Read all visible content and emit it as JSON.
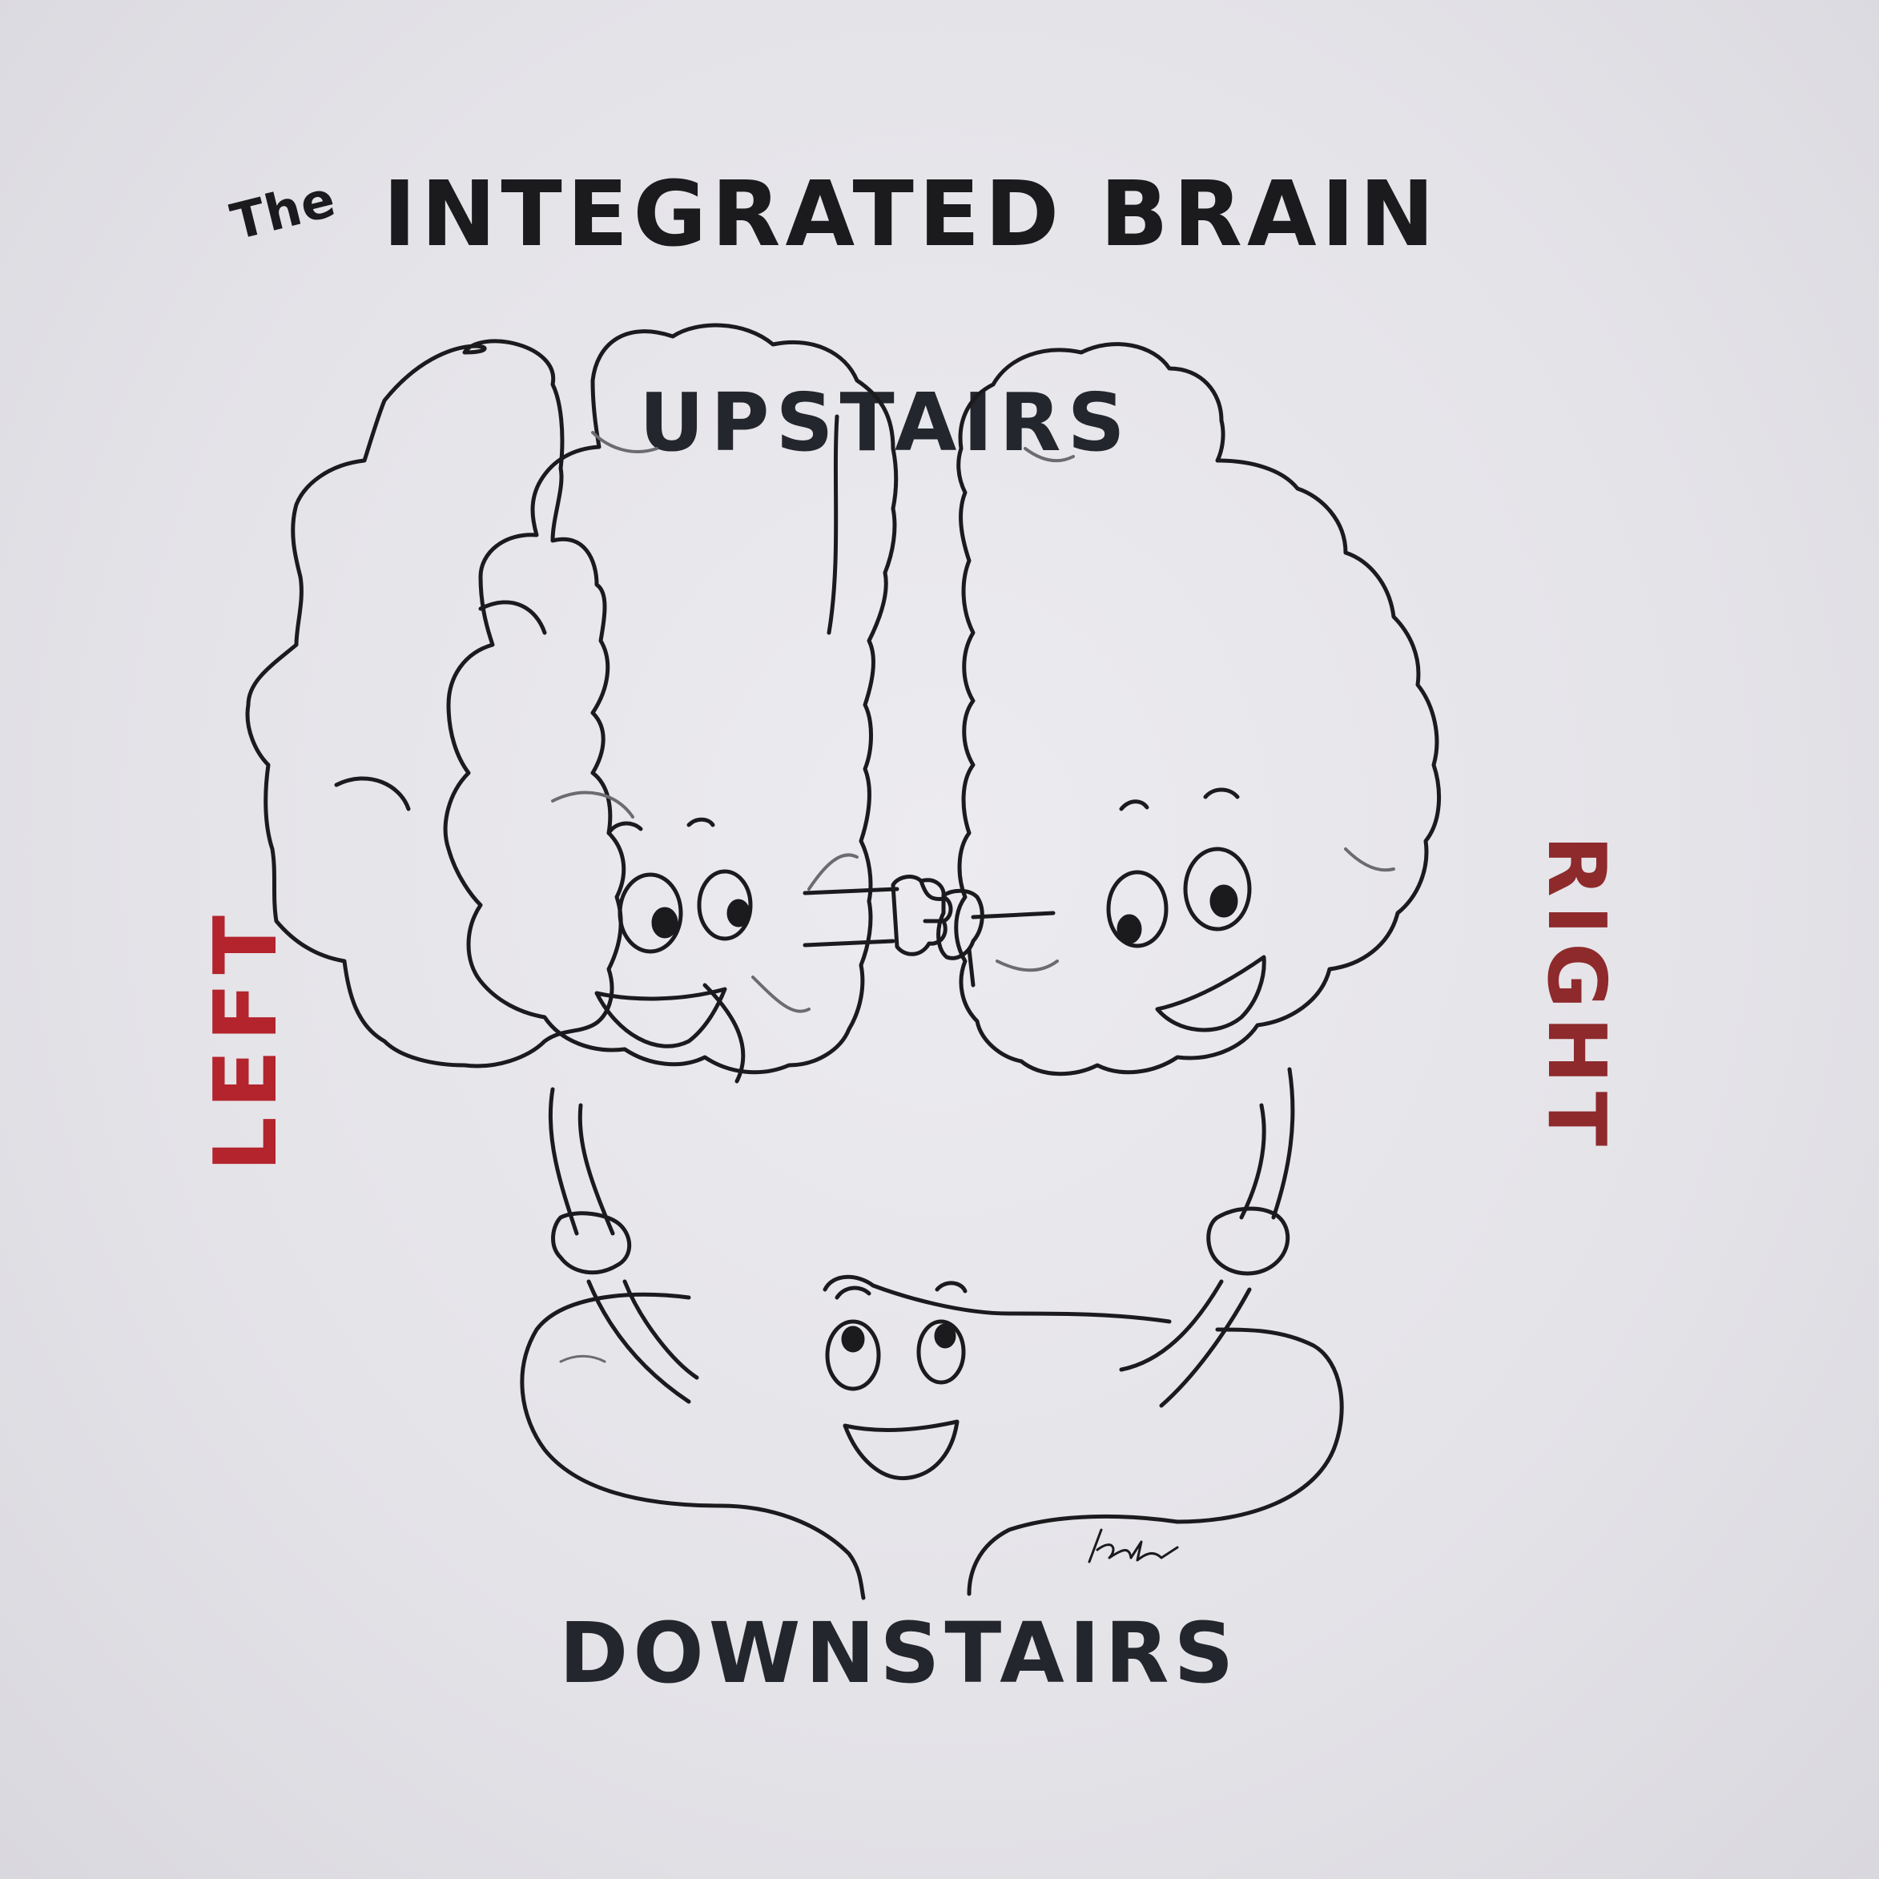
{
  "title": {
    "prefix": "The",
    "main": "INTEGRATED BRAIN"
  },
  "labels": {
    "top": "UPSTAIRS",
    "bottom": "DOWNSTAIRS",
    "left": "LEFT",
    "right": "RIGHT"
  },
  "signature": "Kdr",
  "colors": {
    "ink": "#1b1b1d",
    "accent_red": "#b3242c",
    "paper": "#e6e5ea"
  }
}
